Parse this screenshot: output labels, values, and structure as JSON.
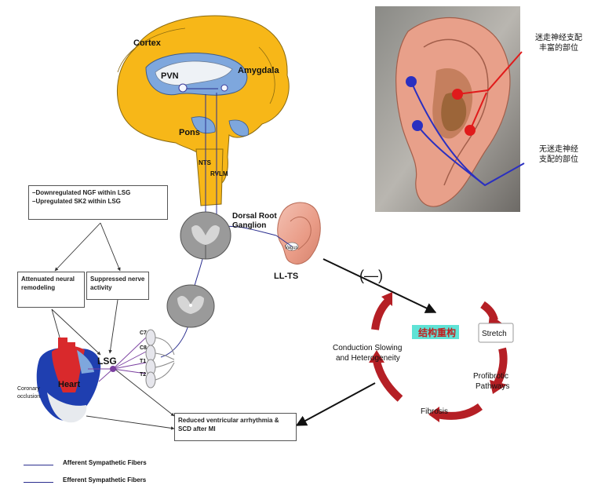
{
  "brain": {
    "cortex": "Cortex",
    "pvn": "PVN",
    "amygdala": "Amygdala",
    "pons": "Pons",
    "nts": "NTS",
    "rvlm": "RVLM"
  },
  "ganglion": {
    "dorsal_root": "Dorsal Root",
    "ganglion": "Ganglion"
  },
  "ear_small": {
    "vagus": "Vagus",
    "llts": "LL-TS"
  },
  "ear_photo": {
    "rich_line1": "迷走神经支配",
    "rich_line2": "丰富的部位",
    "none_line1": "无迷走神经",
    "none_line2": "支配的部位"
  },
  "boxes": {
    "top_line1": "–Downregulated NGF within LSG",
    "top_line2": "–Upregulated SK2 within LSG",
    "attenuated": "Attenuated neural remodeling",
    "suppressed": "Suppressed nerve activity",
    "reduced": "Reduced ventricular arrhythmia & SCD after MI"
  },
  "heart": {
    "heart": "Heart",
    "coronary_1": "Coronary",
    "coronary_2": "occlusion",
    "lsg": "LSG"
  },
  "spinal": {
    "c7": "C7",
    "c8": "C8",
    "t1": "T1",
    "t2": "T2"
  },
  "cycle": {
    "inhibit": "(—)",
    "remodel": "结构重构",
    "stretch": "Stretch",
    "profibrotic_1": "Profibrotic",
    "profibrotic_2": "Pathways",
    "fibrosis": "Fibrosis",
    "conduction_1": "Conduction Slowing",
    "conduction_2": "and Heterogeneity"
  },
  "legend": {
    "afferent": "Afferent Sympathetic Fibers",
    "efferent": "Efferent Sympathetic Fibers"
  },
  "colors": {
    "brain": "#f7b718",
    "brain_outline": "#8a6a10",
    "ventricle": "#7ea7dd",
    "spinal": "#9a9a9a",
    "heart_red": "#d9292c",
    "heart_blue": "#1f3fb0",
    "cycle_red": "#b51f25",
    "nerve": "#2b2f8f",
    "remodel_bg": "#5fe3d6",
    "ear_red": "#e01b1b",
    "ear_blue": "#2a2fc0"
  }
}
